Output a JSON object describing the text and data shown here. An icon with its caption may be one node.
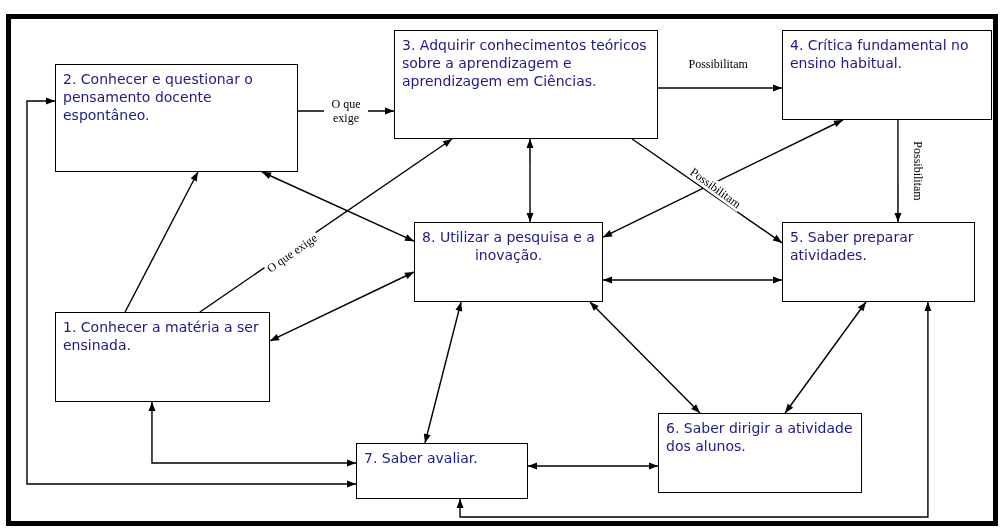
{
  "diagram": {
    "nodes": [
      {
        "text": [
          "1. Conhecer a matéria a ser ensinada."
        ]
      },
      {
        "text": [
          "2. Conhecer e questionar o pensamento docente espontâneo."
        ]
      },
      {
        "text": [
          "3. Adquirir conhecimentos teóricos sobre a aprendizagem e aprendizagem em Ciências."
        ]
      },
      {
        "text": [
          "4. Crítica fundamental no ensino habitual."
        ]
      },
      {
        "text": [
          "5. Saber preparar atividades."
        ]
      },
      {
        "text": [
          "6. Saber dirigir a atividade dos alunos."
        ]
      },
      {
        "text": [
          "7. Saber avaliar."
        ]
      },
      {
        "text": [
          "8. Utilizar a pesquisa e a inovação."
        ]
      }
    ],
    "edges": [
      {
        "from": 1,
        "to": 2,
        "arrow": "to",
        "label": "O que exige"
      },
      {
        "from": 2,
        "to": 3,
        "arrow": "to",
        "label": "Possibilitam"
      },
      {
        "from": 3,
        "to": 4,
        "arrow": "to",
        "label": "Possibilitam"
      },
      {
        "from": 2,
        "to": 4,
        "arrow": "to",
        "label": "Possibilitam"
      },
      {
        "from": 0,
        "to": 1,
        "arrow": "to"
      },
      {
        "from": 0,
        "to": 2,
        "arrow": "to",
        "label": "O que exige"
      },
      {
        "from": 1,
        "to": 7,
        "arrow": "both"
      },
      {
        "from": 2,
        "to": 7,
        "arrow": "both"
      },
      {
        "from": 3,
        "to": 7,
        "arrow": "both"
      },
      {
        "from": 4,
        "to": 7,
        "arrow": "both"
      },
      {
        "from": 7,
        "to": 0,
        "arrow": "both"
      },
      {
        "from": 7,
        "to": 6,
        "arrow": "both"
      },
      {
        "from": 7,
        "to": 5,
        "arrow": "both"
      },
      {
        "from": 4,
        "to": 5,
        "arrow": "both"
      },
      {
        "from": 6,
        "to": 5,
        "arrow": "both"
      },
      {
        "from": 0,
        "to": 6,
        "arrow": "both"
      },
      {
        "from": 1,
        "to": 6,
        "arrow": "both"
      },
      {
        "from": 6,
        "to": 4,
        "arrow": "both"
      }
    ]
  }
}
